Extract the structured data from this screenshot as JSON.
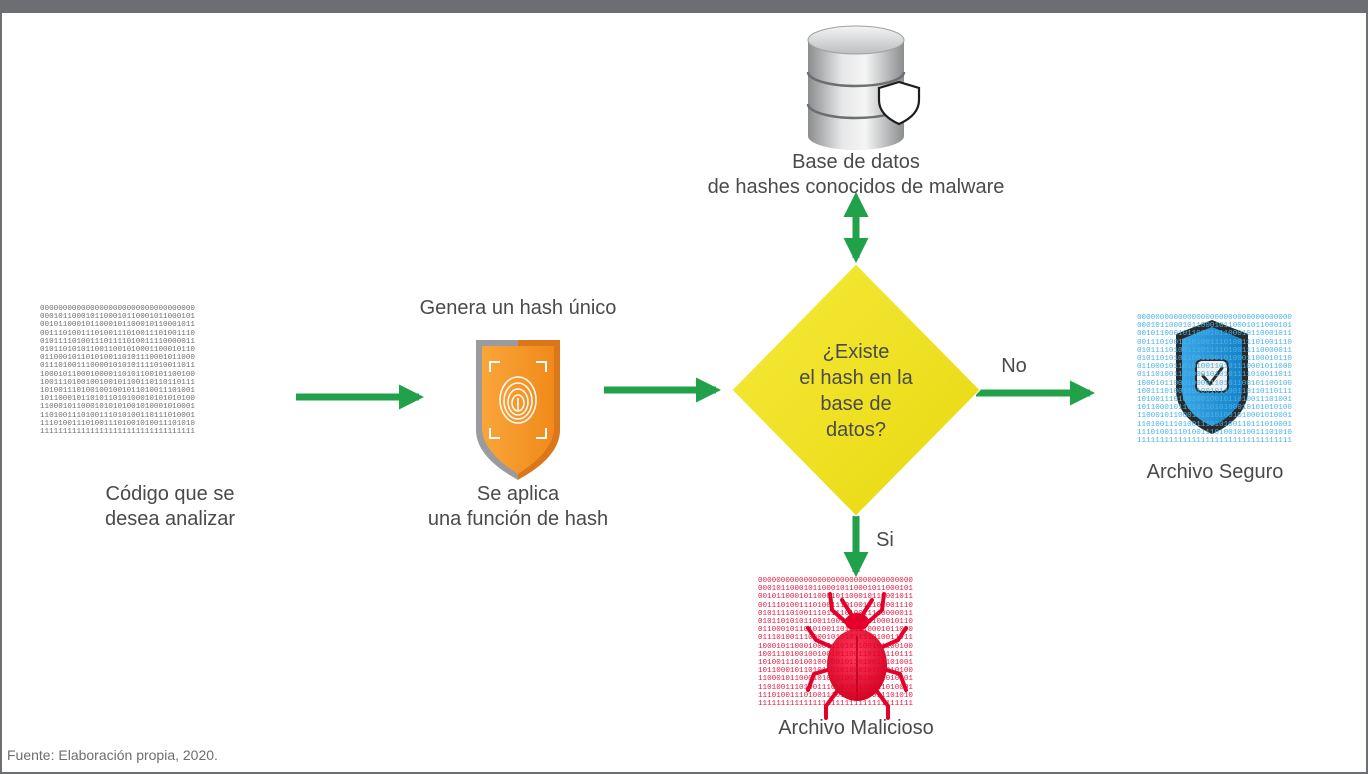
{
  "nodes": {
    "code": {
      "label_line1": "Código que se",
      "label_line2": "desea analizar"
    },
    "hash": {
      "top_label": "Genera un hash único",
      "bottom_line1": "Se aplica",
      "bottom_line2": "una función de hash"
    },
    "database": {
      "line1": "Base de datos",
      "line2": "de hashes conocidos de malware"
    },
    "decision": {
      "line1": "¿Existe",
      "line2": "el hash en la",
      "line3": "base de",
      "line4": "datos?"
    },
    "safe": {
      "label": "Archivo Seguro"
    },
    "malicious": {
      "label": "Archivo Malicioso"
    }
  },
  "edges": {
    "no_label": "No",
    "yes_label": "Si"
  },
  "binary_rows": [
    "0000000000000000000000000000000000",
    "0001011000101100010110001011000101",
    "0010110001011000101100010110001011",
    "0011101001110100111010011101001110",
    "0101111010011101111010011110000011",
    "0101101010110011001010001100010110",
    "0110001011010100110101110001011000",
    "0111010011100001010101111010011011",
    "1000101100010000110101100101100100",
    "1001110100100100101100110110110111",
    "1010011101001001001011010011101001",
    "1011000101101011010100010101010100",
    "1100010110001010101001010001010001",
    "1101001110100111010100110111010001",
    "1110100111010011101001010011101010",
    "1111111111111111111111111111111111"
  ],
  "colors": {
    "arrow": "#21a24a",
    "frame": "#6d6e71",
    "decision_fill": "#f2e31b",
    "shield_orange": "#f7941d",
    "shield_blue": "#1e90d6",
    "bug_red": "#e4002b",
    "binary_gray": "#6d6e71",
    "binary_blue": "#4ab3e6",
    "binary_red": "#e4002b"
  },
  "icons": {
    "hash": "fingerprint-shield-icon",
    "database": "database-shield-icon",
    "safe": "checkmark-shield-icon",
    "malicious": "bug-icon"
  },
  "footer": {
    "source": "Fuente: Elaboración propia, 2020."
  }
}
